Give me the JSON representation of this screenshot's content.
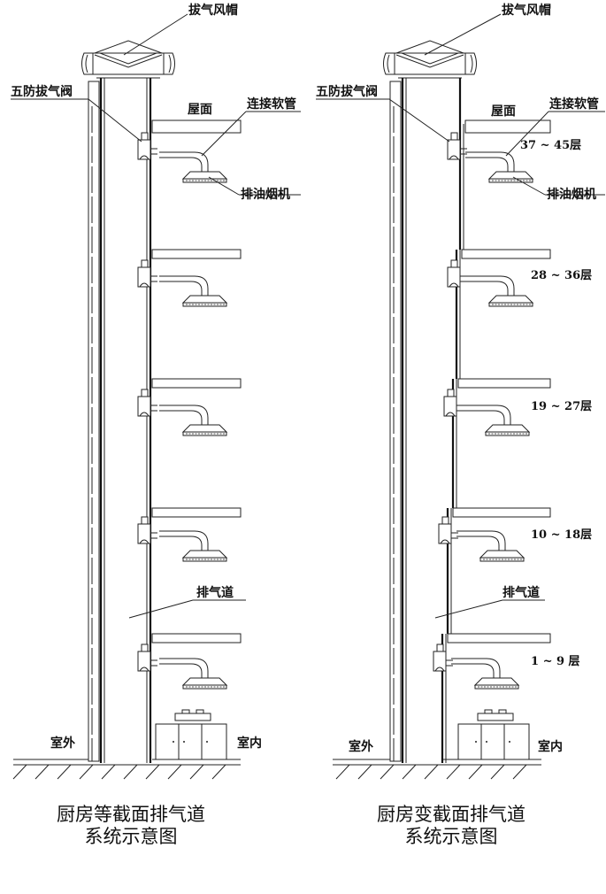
{
  "left": {
    "cap": "拔气风帽",
    "valve": "五防拔气阀",
    "roof": "屋面",
    "hose": "连接软管",
    "hood": "排油烟机",
    "duct": "排气道",
    "outside": "室外",
    "inside": "室内",
    "caption_line1": "厨房等截面排气道",
    "caption_line2": "系统示意图"
  },
  "right": {
    "cap": "拔气风帽",
    "valve": "五防拔气阀",
    "roof": "屋面",
    "hose": "连接软管",
    "hood": "排油烟机",
    "duct": "排气道",
    "outside": "室外",
    "inside": "室内",
    "floors": [
      "37 ~ 45层",
      "28 ~ 36层",
      "19 ~ 27层",
      "10 ~ 18层",
      "1 ~ 9 层"
    ],
    "caption_line1": "厨房变截面排气道",
    "caption_line2": "系统示意图"
  }
}
